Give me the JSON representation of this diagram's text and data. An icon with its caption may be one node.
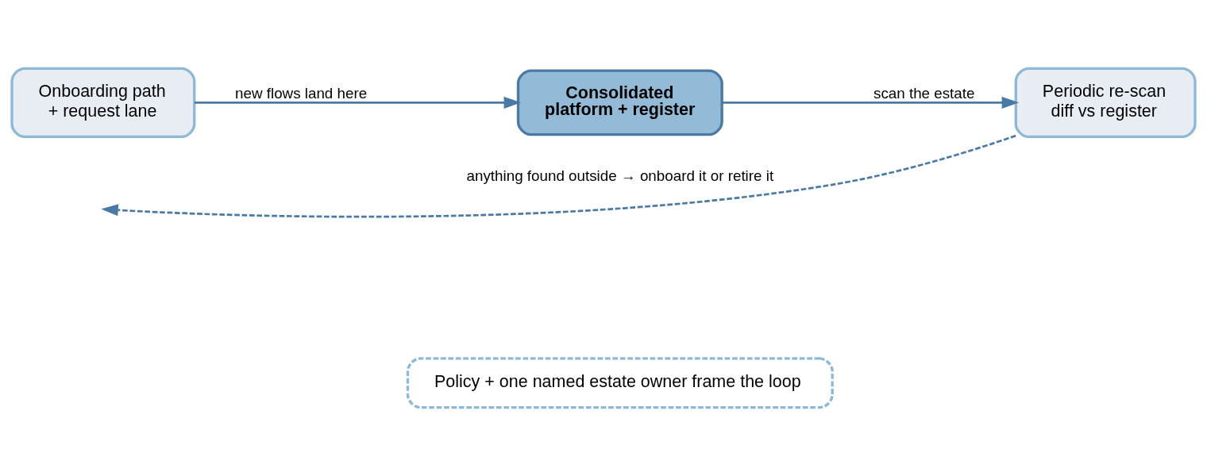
{
  "diagram": {
    "nodes": [
      {
        "text": [
          "Onboarding path + request lane"
        ]
      },
      {
        "text": [
          "Periodic re-scan diff vs register"
        ]
      },
      {
        "text": [
          "Consolidated platform + register"
        ]
      },
      {
        "text": [
          "Policy + one named estate owner frame the loop"
        ]
      }
    ],
    "edges": [
      {
        "from": 0,
        "to": 2,
        "arrow": "to",
        "label": "new flows land here"
      },
      {
        "from": 2,
        "to": 1,
        "arrow": "to",
        "label": "scan the estate"
      },
      {
        "from": 1,
        "to": null,
        "arrow": "to",
        "style": "dashed",
        "label": "anything found outside → onboard it or retire it"
      }
    ]
  }
}
